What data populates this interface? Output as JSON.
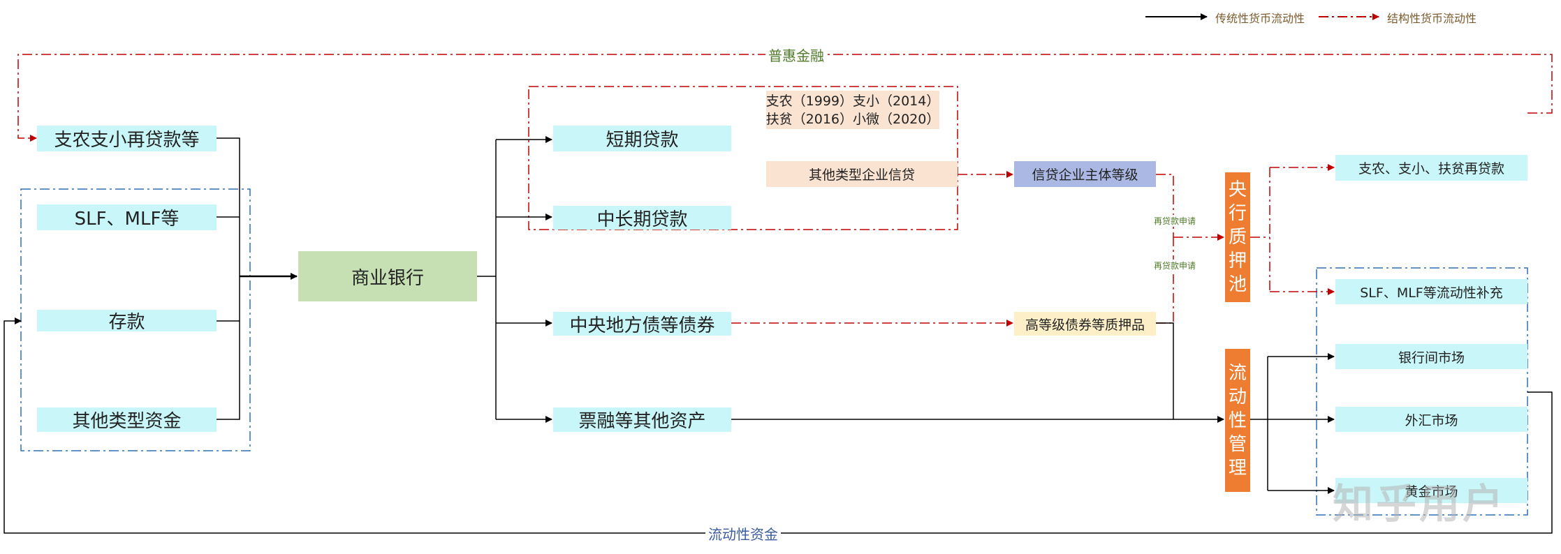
{
  "legend": {
    "traditional": "传统性货币流动性",
    "structural": "结构性货币流动性"
  },
  "top_label": "普惠金融",
  "bottom_label": "流动性资金",
  "sources": {
    "zhinong": "支农支小再贷款等",
    "slf_mlf": "SLF、MLF等",
    "deposit": "存款",
    "other_funds": "其他类型资金"
  },
  "bank": "商业银行",
  "assets": {
    "short_loan": "短期贷款",
    "long_loan": "中长期贷款",
    "bonds": "中央地方债等债券",
    "bills": "票融等其他资产"
  },
  "policy": {
    "line1": "支农（1999）支小（2014）",
    "line2": "扶贫（2016）小微（2020）",
    "other_credit": "其他类型企业信贷"
  },
  "rating": "信贷企业主体等级",
  "collateral": "高等级债券等质押品",
  "refinance_apply_1": "再贷款申请",
  "refinance_apply_2": "再贷款申请",
  "pool": [
    "央",
    "行",
    "质",
    "押",
    "池"
  ],
  "liquidity_mgmt": [
    "流",
    "动",
    "性",
    "管",
    "理"
  ],
  "outputs": {
    "relending": "支农、支小、扶贫再贷款",
    "slf_supplement": "SLF、MLF等流动性补充",
    "interbank": "银行间市场",
    "forex": "外汇市场",
    "gold": "黄金市场"
  },
  "watermark": "知乎用户",
  "colors": {
    "black_arrow": "#000000",
    "red_arrow": "#c00000",
    "blue_dashdot": "#2e6fb5",
    "label_green": "#4f7a28",
    "label_blue": "#3a5ba0"
  }
}
